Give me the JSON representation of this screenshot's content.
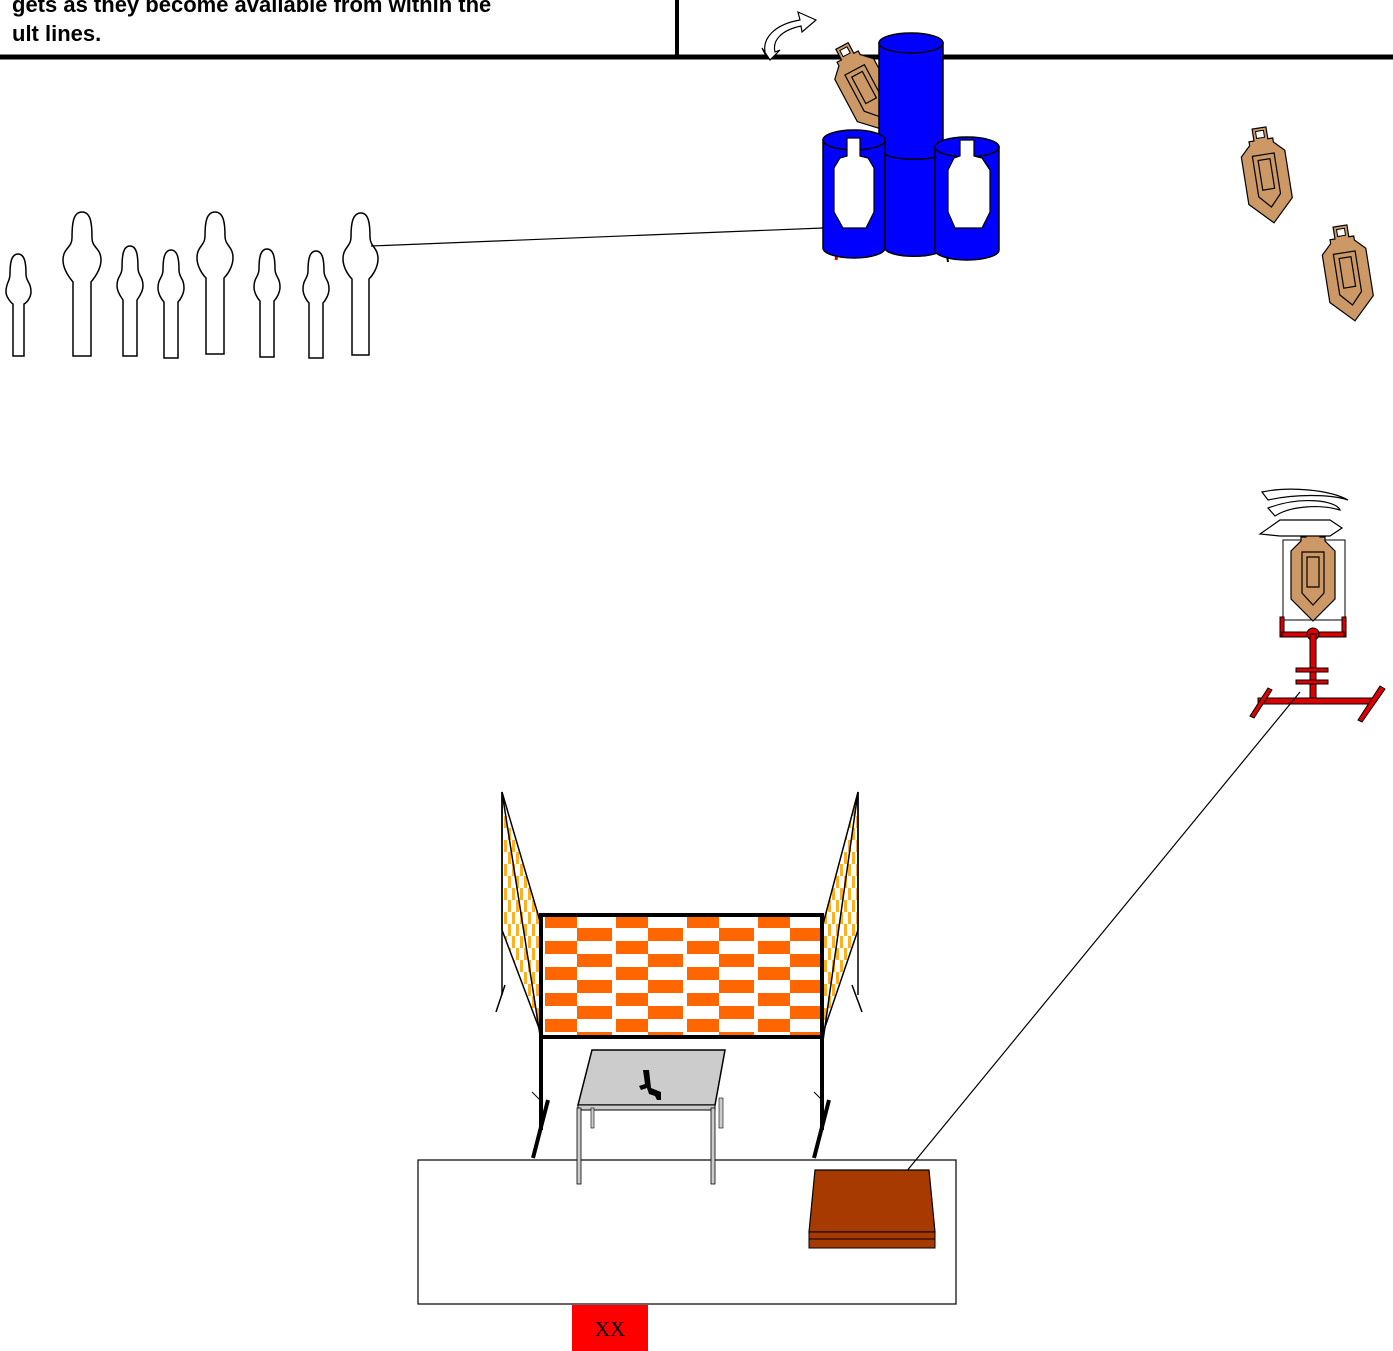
{
  "header": {
    "text_line_1": "gets as they become available from within the",
    "text_line_2": "ult lines."
  },
  "start_marker": {
    "label": "XX",
    "color": "#ff0000"
  },
  "colors": {
    "barrel": "#0000ff",
    "steel_stand": "#dd0000",
    "target": "#cc9966",
    "orange_barricade": "#ff6600",
    "yellow_stripe": "#ffcc33",
    "box": "#a63a00",
    "table": "#cccccc"
  },
  "icons": [
    "no-shoot-target-icon",
    "turning-target-icon",
    "paper-target-icon",
    "barrel-icon",
    "pistol-icon",
    "swing-arrow-icon",
    "spin-arrow-icon"
  ]
}
